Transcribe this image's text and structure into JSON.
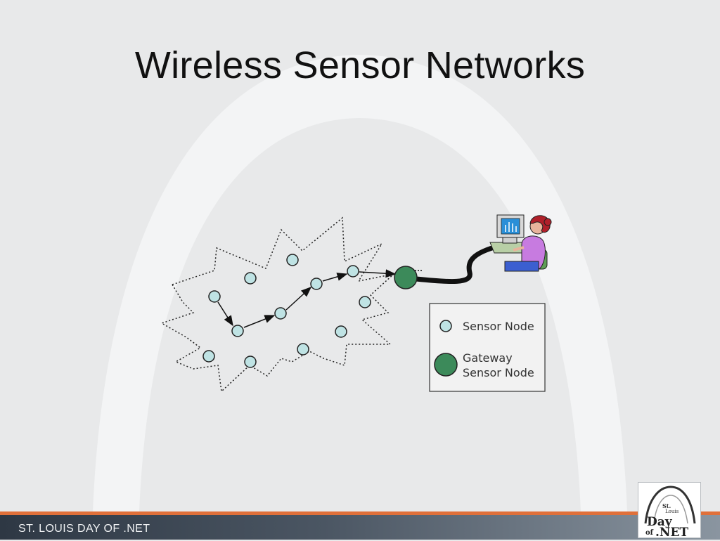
{
  "slide": {
    "title": "Wireless Sensor Networks",
    "footer": "ST. LOUIS DAY OF .NET"
  },
  "legend": {
    "sensor_node": "Sensor Node",
    "gateway_line1": "Gateway",
    "gateway_line2": "Sensor Node"
  },
  "logo": {
    "line1": "St.",
    "line2": "Louis",
    "line3": "Day",
    "line4": "of",
    "line5": ".NET"
  },
  "colors": {
    "sensor_node_fill": "#bfe3e4",
    "gateway_fill": "#3c8a5a",
    "footer_accent": "#e0703a"
  }
}
